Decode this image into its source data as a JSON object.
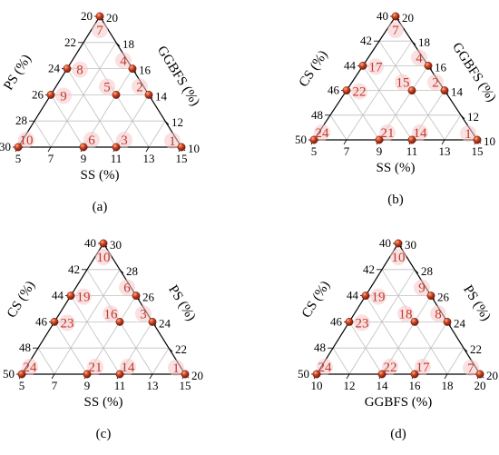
{
  "panels": [
    {
      "caption": "(a)",
      "left_label": "PS (%)",
      "right_label": "GGBFS (%)",
      "bottom_label": "SS (%)",
      "left_ticks": [
        "20",
        "22",
        "24",
        "26",
        "28",
        "30"
      ],
      "right_ticks": [
        "20",
        "18",
        "16",
        "14",
        "12",
        "10"
      ],
      "bottom_ticks": [
        "5",
        "7",
        "9",
        "11",
        "13",
        "15"
      ],
      "points": [
        {
          "label": "1",
          "row": 0,
          "col": 5
        },
        {
          "label": "2",
          "row": 2,
          "col": 3
        },
        {
          "label": "3",
          "row": 0,
          "col": 3
        },
        {
          "label": "4",
          "row": 3,
          "col": 2
        },
        {
          "label": "5",
          "row": 2,
          "col": 2
        },
        {
          "label": "6",
          "row": 0,
          "col": 2
        },
        {
          "label": "7",
          "row": 5,
          "col": 0
        },
        {
          "label": "8",
          "row": 3,
          "col": 0
        },
        {
          "label": "9",
          "row": 2,
          "col": 0
        },
        {
          "label": "10",
          "row": 0,
          "col": 0
        }
      ]
    },
    {
      "caption": "(b)",
      "left_label": "CS (%)",
      "right_label": "GGBFS (%)",
      "bottom_label": "SS (%)",
      "left_ticks": [
        "40",
        "42",
        "44",
        "46",
        "48",
        "50"
      ],
      "right_ticks": [
        "20",
        "18",
        "16",
        "14",
        "12",
        "10"
      ],
      "bottom_ticks": [
        "5",
        "7",
        "9",
        "11",
        "13",
        "15"
      ],
      "points": [
        {
          "label": "1",
          "row": 0,
          "col": 5
        },
        {
          "label": "2",
          "row": 2,
          "col": 3
        },
        {
          "label": "14",
          "row": 0,
          "col": 3
        },
        {
          "label": "4",
          "row": 3,
          "col": 2
        },
        {
          "label": "15",
          "row": 2,
          "col": 2
        },
        {
          "label": "21",
          "row": 0,
          "col": 2
        },
        {
          "label": "7",
          "row": 5,
          "col": 0
        },
        {
          "label": "17",
          "row": 3,
          "col": 0
        },
        {
          "label": "22",
          "row": 2,
          "col": 0
        },
        {
          "label": "24",
          "row": 0,
          "col": 0
        }
      ]
    },
    {
      "caption": "(c)",
      "left_label": "CS (%)",
      "right_label": "PS (%)",
      "bottom_label": "SS (%)",
      "left_ticks": [
        "40",
        "42",
        "44",
        "46",
        "48",
        "50"
      ],
      "right_ticks": [
        "30",
        "28",
        "26",
        "24",
        "22",
        "20"
      ],
      "bottom_ticks": [
        "5",
        "7",
        "9",
        "11",
        "13",
        "15"
      ],
      "points": [
        {
          "label": "1",
          "row": 0,
          "col": 5
        },
        {
          "label": "3",
          "row": 2,
          "col": 3
        },
        {
          "label": "14",
          "row": 0,
          "col": 3
        },
        {
          "label": "6",
          "row": 3,
          "col": 2
        },
        {
          "label": "16",
          "row": 2,
          "col": 2
        },
        {
          "label": "21",
          "row": 0,
          "col": 2
        },
        {
          "label": "10",
          "row": 5,
          "col": 0
        },
        {
          "label": "19",
          "row": 3,
          "col": 0
        },
        {
          "label": "23",
          "row": 2,
          "col": 0
        },
        {
          "label": "24",
          "row": 0,
          "col": 0
        }
      ]
    },
    {
      "caption": "(d)",
      "left_label": "CS (%)",
      "right_label": "PS (%)",
      "bottom_label": "GGBFS (%)",
      "left_ticks": [
        "40",
        "42",
        "44",
        "46",
        "48",
        "50"
      ],
      "right_ticks": [
        "30",
        "28",
        "26",
        "24",
        "22",
        "20"
      ],
      "bottom_ticks": [
        "10",
        "12",
        "14",
        "16",
        "18",
        "20"
      ],
      "points": [
        {
          "label": "7",
          "row": 0,
          "col": 5
        },
        {
          "label": "8",
          "row": 2,
          "col": 3
        },
        {
          "label": "17",
          "row": 0,
          "col": 3
        },
        {
          "label": "9",
          "row": 3,
          "col": 2
        },
        {
          "label": "18",
          "row": 2,
          "col": 2
        },
        {
          "label": "22",
          "row": 0,
          "col": 2
        },
        {
          "label": "10",
          "row": 5,
          "col": 0
        },
        {
          "label": "19",
          "row": 3,
          "col": 0
        },
        {
          "label": "23",
          "row": 2,
          "col": 0
        },
        {
          "label": "24",
          "row": 0,
          "col": 0
        }
      ]
    }
  ],
  "colors": {
    "point_fill": "#c0392b",
    "point_dark": "#6e1a10",
    "point_glow": "#f6c6c9",
    "point_label": "#c0392b",
    "grid_line": "#bfbfbf",
    "frame": "#000000"
  }
}
